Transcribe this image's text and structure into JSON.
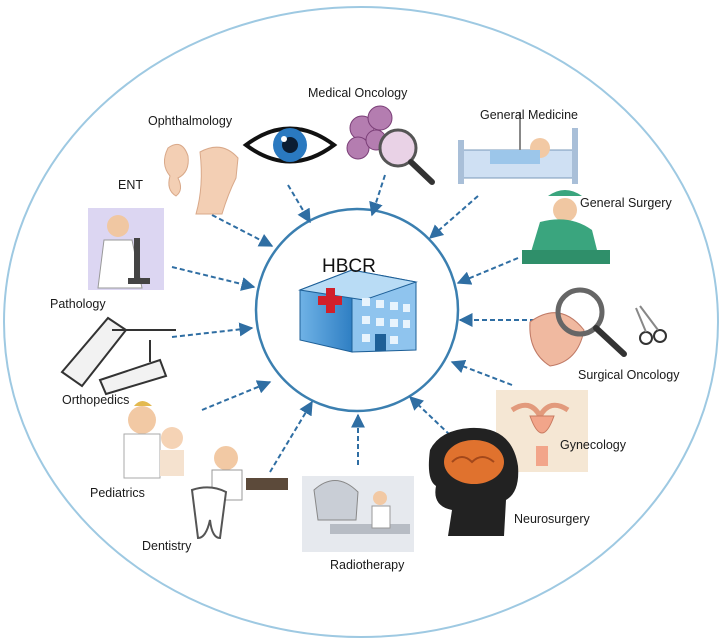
{
  "center": {
    "title": "HBCR",
    "icon": "hospital-building-icon"
  },
  "departments": [
    {
      "id": "ophthalmology",
      "label": "Ophthalmology",
      "icon": "eye-icon"
    },
    {
      "id": "medical-oncology",
      "label": "Medical Oncology",
      "icon": "magnified-cells-icon"
    },
    {
      "id": "general-medicine",
      "label": "General Medicine",
      "icon": "hospital-bed-icon"
    },
    {
      "id": "ent",
      "label": "ENT",
      "icon": "ear-nose-throat-icon"
    },
    {
      "id": "general-surgery",
      "label": "General Surgery",
      "icon": "surgeon-icon"
    },
    {
      "id": "pathology",
      "label": "Pathology",
      "icon": "microscope-icon"
    },
    {
      "id": "surgical-oncology",
      "label": "Surgical Oncology",
      "icon": "breast-tissue-scissors-icon"
    },
    {
      "id": "orthopedics",
      "label": "Orthopedics",
      "icon": "cast-limb-icon"
    },
    {
      "id": "gynecology",
      "label": "Gynecology",
      "icon": "uterus-icon"
    },
    {
      "id": "pediatrics",
      "label": "Pediatrics",
      "icon": "doctor-baby-icon"
    },
    {
      "id": "neurosurgery",
      "label": "Neurosurgery",
      "icon": "brain-head-icon"
    },
    {
      "id": "dentistry",
      "label": "Dentistry",
      "icon": "tooth-dentist-icon"
    },
    {
      "id": "radiotherapy",
      "label": "Radiotherapy",
      "icon": "linear-accelerator-icon"
    }
  ],
  "colors": {
    "ring": "#9ec9e2",
    "hub": "#3b7fb0",
    "arrow": "#2f6ea3",
    "accent": "#d11f2a"
  }
}
